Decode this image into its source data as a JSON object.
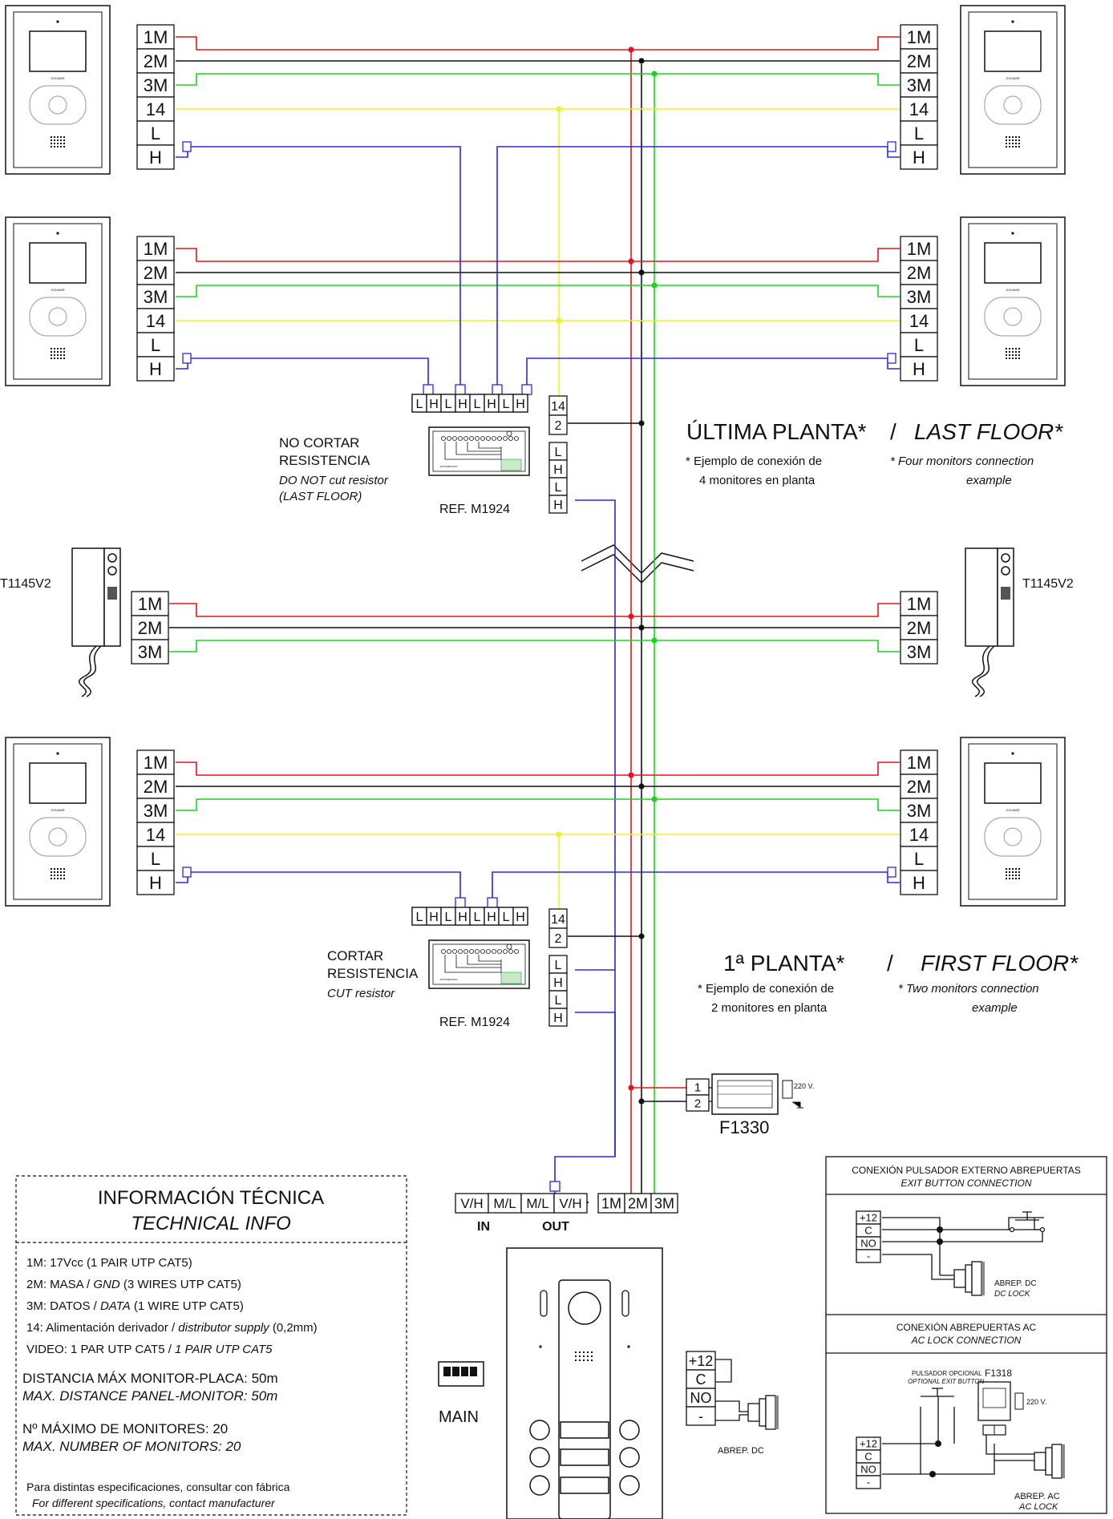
{
  "colors": {
    "red": "#e8121b",
    "black": "#111111",
    "green": "#1ad51a",
    "yellow": "#f2ee2a",
    "blue": "#2a2ad8"
  },
  "terminals": {
    "im": "1M",
    "twom": "2M",
    "threem": "3M",
    "fourteen": "14",
    "l": "L",
    "h": "H",
    "one": "1",
    "two": "2"
  },
  "monitor": {
    "brand": "GOLMAR"
  },
  "last_floor": {
    "title_es": "ÚLTIMA PLANTA*",
    "title_sep": "/",
    "title_en": "LAST FLOOR*",
    "note_es_1": "* Ejemplo de conexión de",
    "note_es_2": "4 monitores en planta",
    "note_en_1": "* Four monitors connection",
    "note_en_2": "example",
    "resist_es_1": "NO CORTAR",
    "resist_es_2": "RESISTENCIA",
    "resist_en_1": "DO NOT cut resistor",
    "resist_en_2": "(LAST FLOOR)",
    "ref": "REF. M1924"
  },
  "handset": {
    "model": "T1145V2"
  },
  "first_floor": {
    "title_es": "1ª PLANTA*",
    "title_sep": "/",
    "title_en": "FIRST FLOOR*",
    "note_es_1": "* Ejemplo de conexión de",
    "note_es_2": "2 monitores en planta",
    "note_en_1": "* Two monitors connection",
    "note_en_2": "example",
    "resist_es_1": "CORTAR",
    "resist_es_2": "RESISTENCIA",
    "resist_en": "CUT resistor",
    "ref": "REF. M1924"
  },
  "power_supply": {
    "model": "F1330",
    "voltage": "220 V."
  },
  "panel_terminals": {
    "vh": "V/H",
    "ml": "M/L",
    "in": "IN",
    "out": "OUT"
  },
  "dip": {
    "label": "MAIN"
  },
  "lock_terminals": {
    "plus12": "+12",
    "c": "C",
    "no": "NO",
    "minus": "-",
    "lock_label": "ABREP. DC"
  },
  "tech_info": {
    "title_es": "INFORMACIÓN TÉCNICA",
    "title_en": "TECHNICAL INFO",
    "line1": "1M: 17Vcc (1 PAIR UTP CAT5)",
    "line2_a": "2M: MASA / ",
    "line2_b": "GND",
    "line2_c": " (3 WIRES UTP CAT5)",
    "line3_a": "3M: DATOS / ",
    "line3_b": "DATA",
    "line3_c": " (1 WIRE UTP CAT5)",
    "line4_a": "14: Alimentación derivador / ",
    "line4_b": "distributor supply",
    "line4_c": " (0,2mm)",
    "line5_a": "VIDEO: 1 PAR UTP CAT5 / ",
    "line5_b": "1 PAIR UTP CAT5",
    "dist_es": "DISTANCIA MÁX MONITOR-PLACA: 50m",
    "dist_en": "MAX. DISTANCE PANEL-MONITOR: 50m",
    "num_es": "Nº MÁXIMO DE MONITORES: 20",
    "num_en": "MAX. NUMBER OF MONITORS: 20",
    "spec_es": "Para distintas especificaciones, consultar con fábrica",
    "spec_en": "For different specifications, contact manufacturer"
  },
  "exit_button": {
    "title_es": "CONEXIÓN PULSADOR EXTERNO ABREPUERTAS",
    "title_en": "EXIT BUTTON CONNECTION",
    "lock_es": "ABREP. DC",
    "lock_en": "DC LOCK"
  },
  "ac_lock": {
    "title_es": "CONEXIÓN ABREPUERTAS AC",
    "title_en": "AC LOCK CONNECTION",
    "opt_es": "PULSADOR OPCIONAL",
    "opt_en": "OPTIONAL EXIT BUTTON",
    "transformer": "F1318",
    "voltage": "220 V.",
    "lock_es": "ABREP. AC",
    "lock_en": "AC LOCK"
  }
}
